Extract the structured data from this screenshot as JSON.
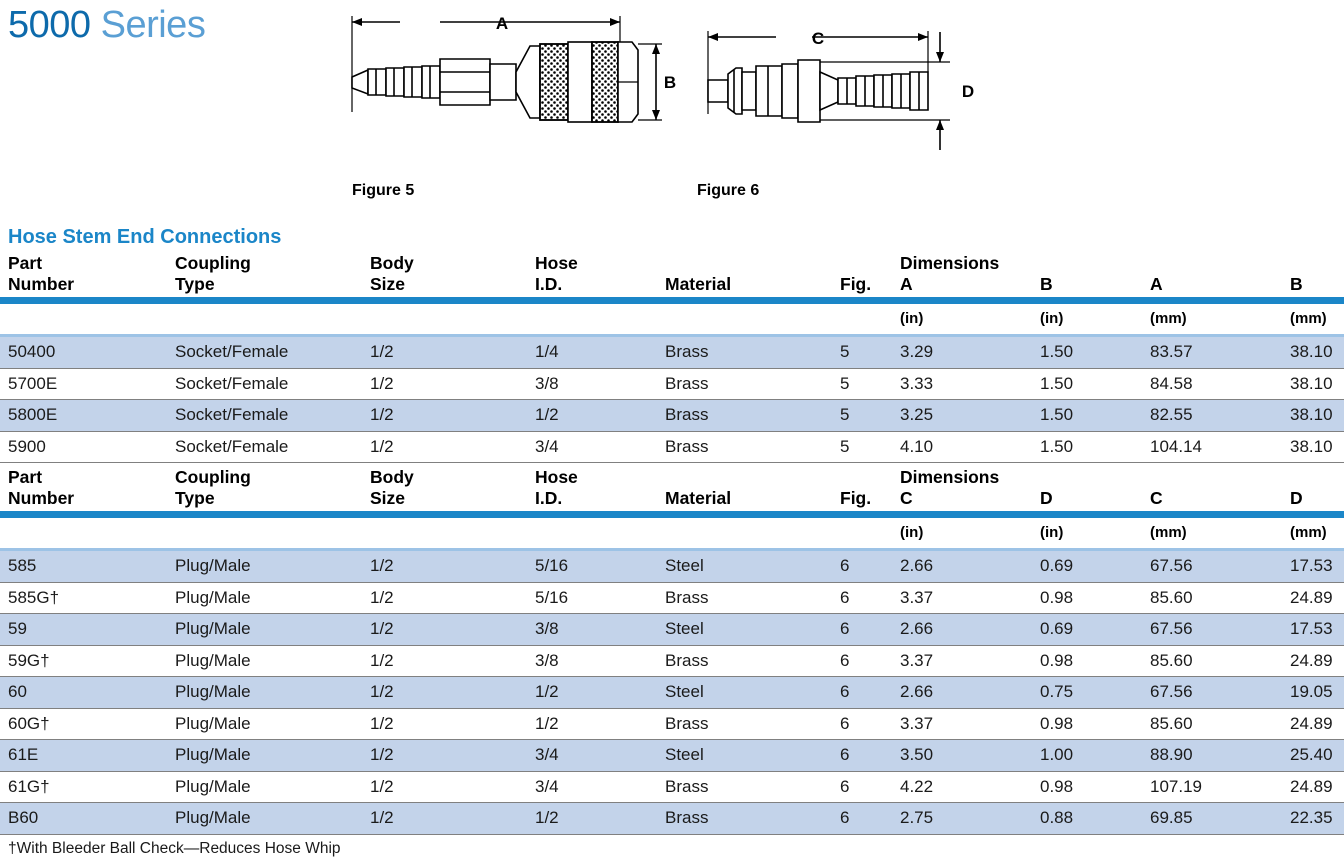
{
  "title": {
    "number": "5000",
    "word": "Series",
    "color_dark": "#0d6aab",
    "color_light": "#5a9fd4"
  },
  "figures": [
    {
      "name": "figure-5",
      "caption": "Figure 5",
      "dimension_labels": [
        "A",
        "B"
      ],
      "depicts": "socket-female-coupling-with-hose-stem"
    },
    {
      "name": "figure-6",
      "caption": "Figure 6",
      "dimension_labels": [
        "C",
        "D"
      ],
      "depicts": "plug-male-nipple-with-hose-stem"
    }
  ],
  "section_heading": "Hose Stem End Connections",
  "accent_color": "#1b86c8",
  "row_shade_color": "#c3d3ea",
  "tables": [
    {
      "id": "socket-female-table",
      "header_line1": [
        "Part",
        "Coupling",
        "Body",
        "Hose",
        "",
        "",
        "Dimensions",
        "",
        "",
        ""
      ],
      "header_line2": [
        "Number",
        "Type",
        "Size",
        "I.D.",
        "Material",
        "Fig.",
        "A",
        "B",
        "A",
        "B"
      ],
      "units_row": [
        "",
        "",
        "",
        "",
        "",
        "",
        "(in)",
        "(in)",
        "(mm)",
        "(mm)"
      ],
      "rows": [
        [
          "50400",
          "Socket/Female",
          "1/2",
          "1/4",
          "Brass",
          "5",
          "3.29",
          "1.50",
          "83.57",
          "38.10"
        ],
        [
          "5700E",
          "Socket/Female",
          "1/2",
          "3/8",
          "Brass",
          "5",
          "3.33",
          "1.50",
          "84.58",
          "38.10"
        ],
        [
          "5800E",
          "Socket/Female",
          "1/2",
          "1/2",
          "Brass",
          "5",
          "3.25",
          "1.50",
          "82.55",
          "38.10"
        ],
        [
          "5900",
          "Socket/Female",
          "1/2",
          "3/4",
          "Brass",
          "5",
          "4.10",
          "1.50",
          "104.14",
          "38.10"
        ]
      ]
    },
    {
      "id": "plug-male-table",
      "header_line1": [
        "Part",
        "Coupling",
        "Body",
        "Hose",
        "",
        "",
        "Dimensions",
        "",
        "",
        ""
      ],
      "header_line2": [
        "Number",
        "Type",
        "Size",
        "I.D.",
        "Material",
        "Fig.",
        "C",
        "D",
        "C",
        "D"
      ],
      "units_row": [
        "",
        "",
        "",
        "",
        "",
        "",
        "(in)",
        "(in)",
        "(mm)",
        "(mm)"
      ],
      "rows": [
        [
          "585",
          "Plug/Male",
          "1/2",
          "5/16",
          "Steel",
          "6",
          "2.66",
          "0.69",
          "67.56",
          "17.53"
        ],
        [
          "585G†",
          "Plug/Male",
          "1/2",
          "5/16",
          "Brass",
          "6",
          "3.37",
          "0.98",
          "85.60",
          "24.89"
        ],
        [
          "59",
          "Plug/Male",
          "1/2",
          "3/8",
          "Steel",
          "6",
          "2.66",
          "0.69",
          "67.56",
          "17.53"
        ],
        [
          "59G†",
          "Plug/Male",
          "1/2",
          "3/8",
          "Brass",
          "6",
          "3.37",
          "0.98",
          "85.60",
          "24.89"
        ],
        [
          "60",
          "Plug/Male",
          "1/2",
          "1/2",
          "Steel",
          "6",
          "2.66",
          "0.75",
          "67.56",
          "19.05"
        ],
        [
          "60G†",
          "Plug/Male",
          "1/2",
          "1/2",
          "Brass",
          "6",
          "3.37",
          "0.98",
          "85.60",
          "24.89"
        ],
        [
          "61E",
          "Plug/Male",
          "1/2",
          "3/4",
          "Steel",
          "6",
          "3.50",
          "1.00",
          "88.90",
          "25.40"
        ],
        [
          "61G†",
          "Plug/Male",
          "1/2",
          "3/4",
          "Brass",
          "6",
          "4.22",
          "0.98",
          "107.19",
          "24.89"
        ],
        [
          "B60",
          "Plug/Male",
          "1/2",
          "1/2",
          "Brass",
          "6",
          "2.75",
          "0.88",
          "69.85",
          "22.35"
        ]
      ]
    }
  ],
  "footnote": "†With Bleeder Ball Check—Reduces Hose Whip"
}
